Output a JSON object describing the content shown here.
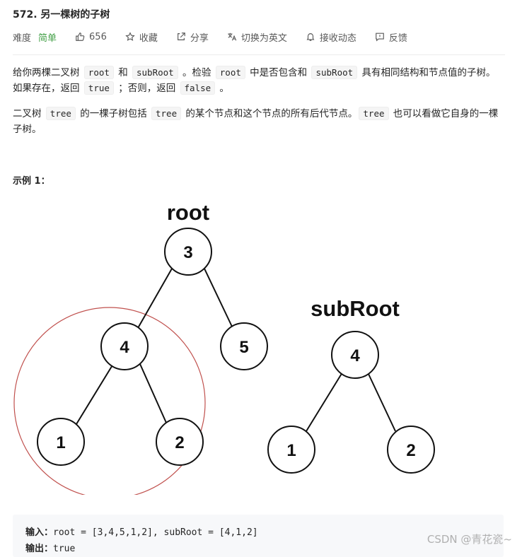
{
  "problem": {
    "title": "572. 另一棵树的子树",
    "difficulty_label": "难度",
    "difficulty_value": "简单",
    "likes": "656",
    "collect_label": "收藏",
    "share_label": "分享",
    "switch_lang_label": "切换为英文",
    "subscribe_label": "接收动态",
    "feedback_label": "反馈"
  },
  "description": {
    "p1": {
      "t1": "给你两棵二叉树 ",
      "c1": "root",
      "t2": " 和 ",
      "c2": "subRoot",
      "t3": " 。检验 ",
      "c3": "root",
      "t4": " 中是否包含和 ",
      "c4": "subRoot",
      "t5": " 具有相同结构和节点值的子树。如果存在，返回 ",
      "c5": "true",
      "t6": " ；否则，返回 ",
      "c6": "false",
      "t7": " 。"
    },
    "p2": {
      "t1": "二叉树 ",
      "c1": "tree",
      "t2": " 的一棵子树包括 ",
      "c2": "tree",
      "t3": " 的某个节点和这个节点的所有后代节点。",
      "c3": "tree",
      "t4": " 也可以看做它自身的一棵子树。"
    }
  },
  "example": {
    "title": "示例 1：",
    "figure": {
      "root_label": "root",
      "subroot_label": "subRoot",
      "root_nodes": [
        "3",
        "4",
        "5",
        "1",
        "2"
      ],
      "sub_nodes": [
        "4",
        "1",
        "2"
      ]
    },
    "input_label": "输入：",
    "input_value": "root = [3,4,5,1,2], subRoot = [4,1,2]",
    "output_label": "输出：",
    "output_value": "true"
  },
  "watermark": "CSDN @青花瓷~",
  "colors": {
    "difficulty_easy": "#43a047",
    "highlight_circle": "#c0504d",
    "code_bg": "#f7f8fa"
  },
  "icons": [
    "thumbs-up-icon",
    "star-icon",
    "share-icon",
    "translate-icon",
    "bell-icon",
    "feedback-icon"
  ]
}
